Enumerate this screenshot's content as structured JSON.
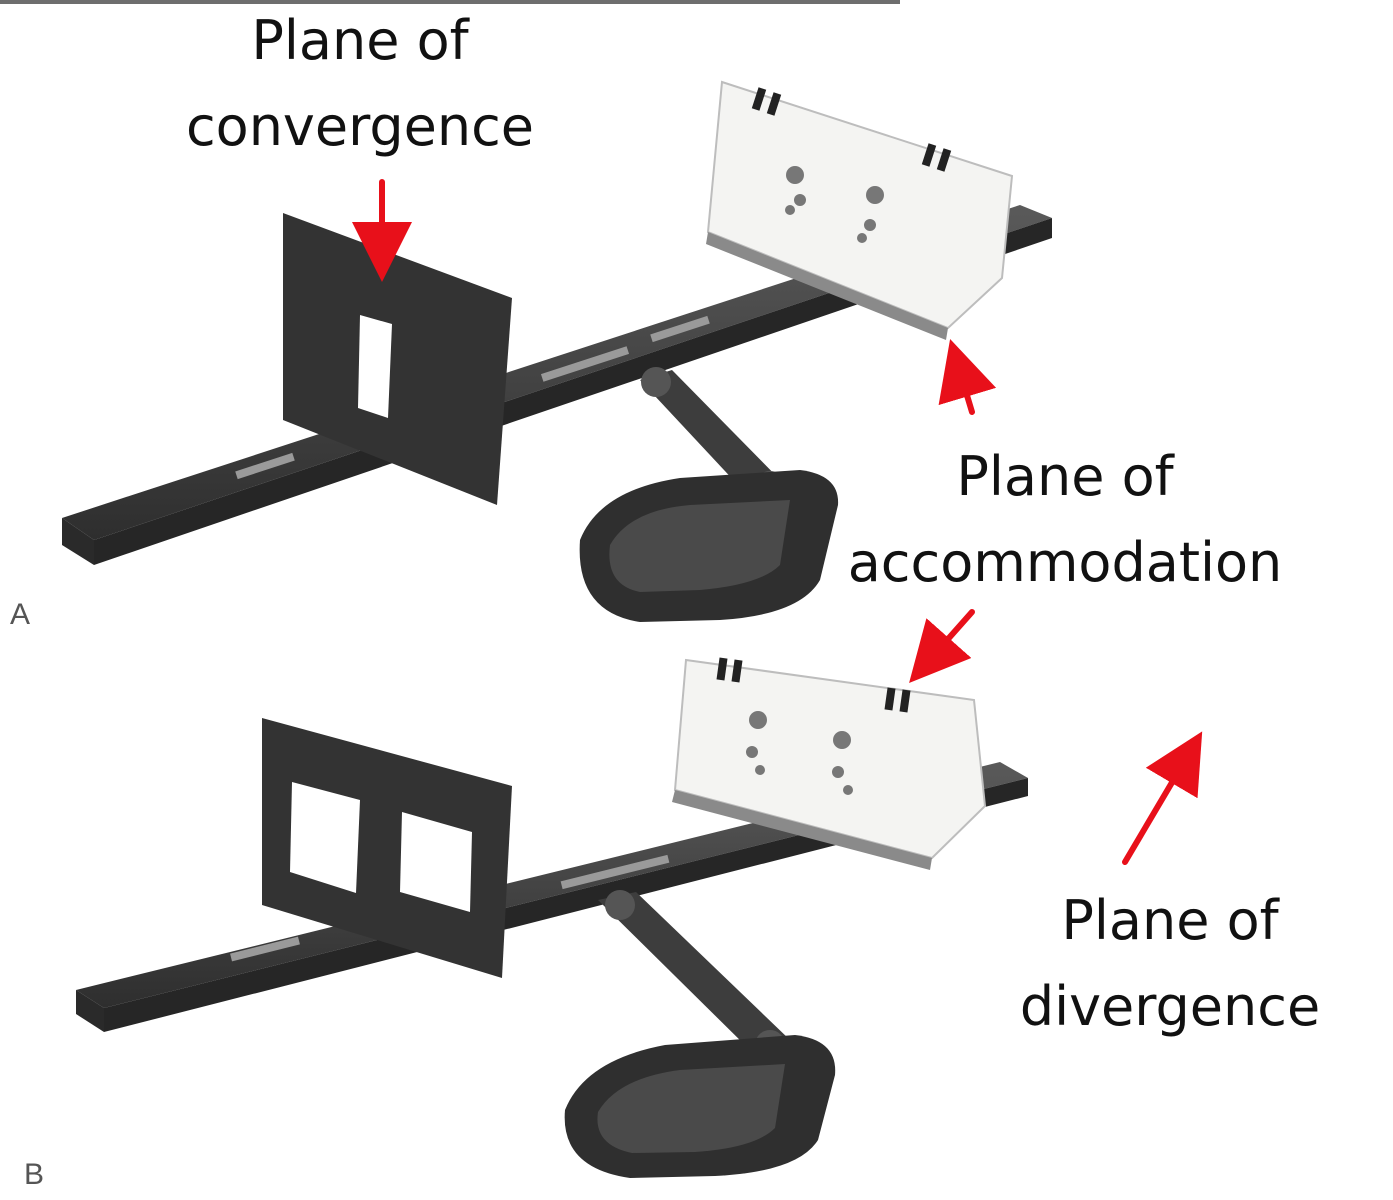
{
  "labels": {
    "convergence": {
      "line1": "Plane of",
      "line2": "convergence"
    },
    "accommodation": {
      "line1": "Plane of",
      "line2": "accommodation"
    },
    "divergence": {
      "line1": "Plane of",
      "line2": "divergence"
    }
  },
  "panels": {
    "a": "A",
    "b": "B"
  },
  "colors": {
    "arrow": "#e8101a",
    "device_dark": "#3a3a3a",
    "card": "#f4f4f2"
  }
}
